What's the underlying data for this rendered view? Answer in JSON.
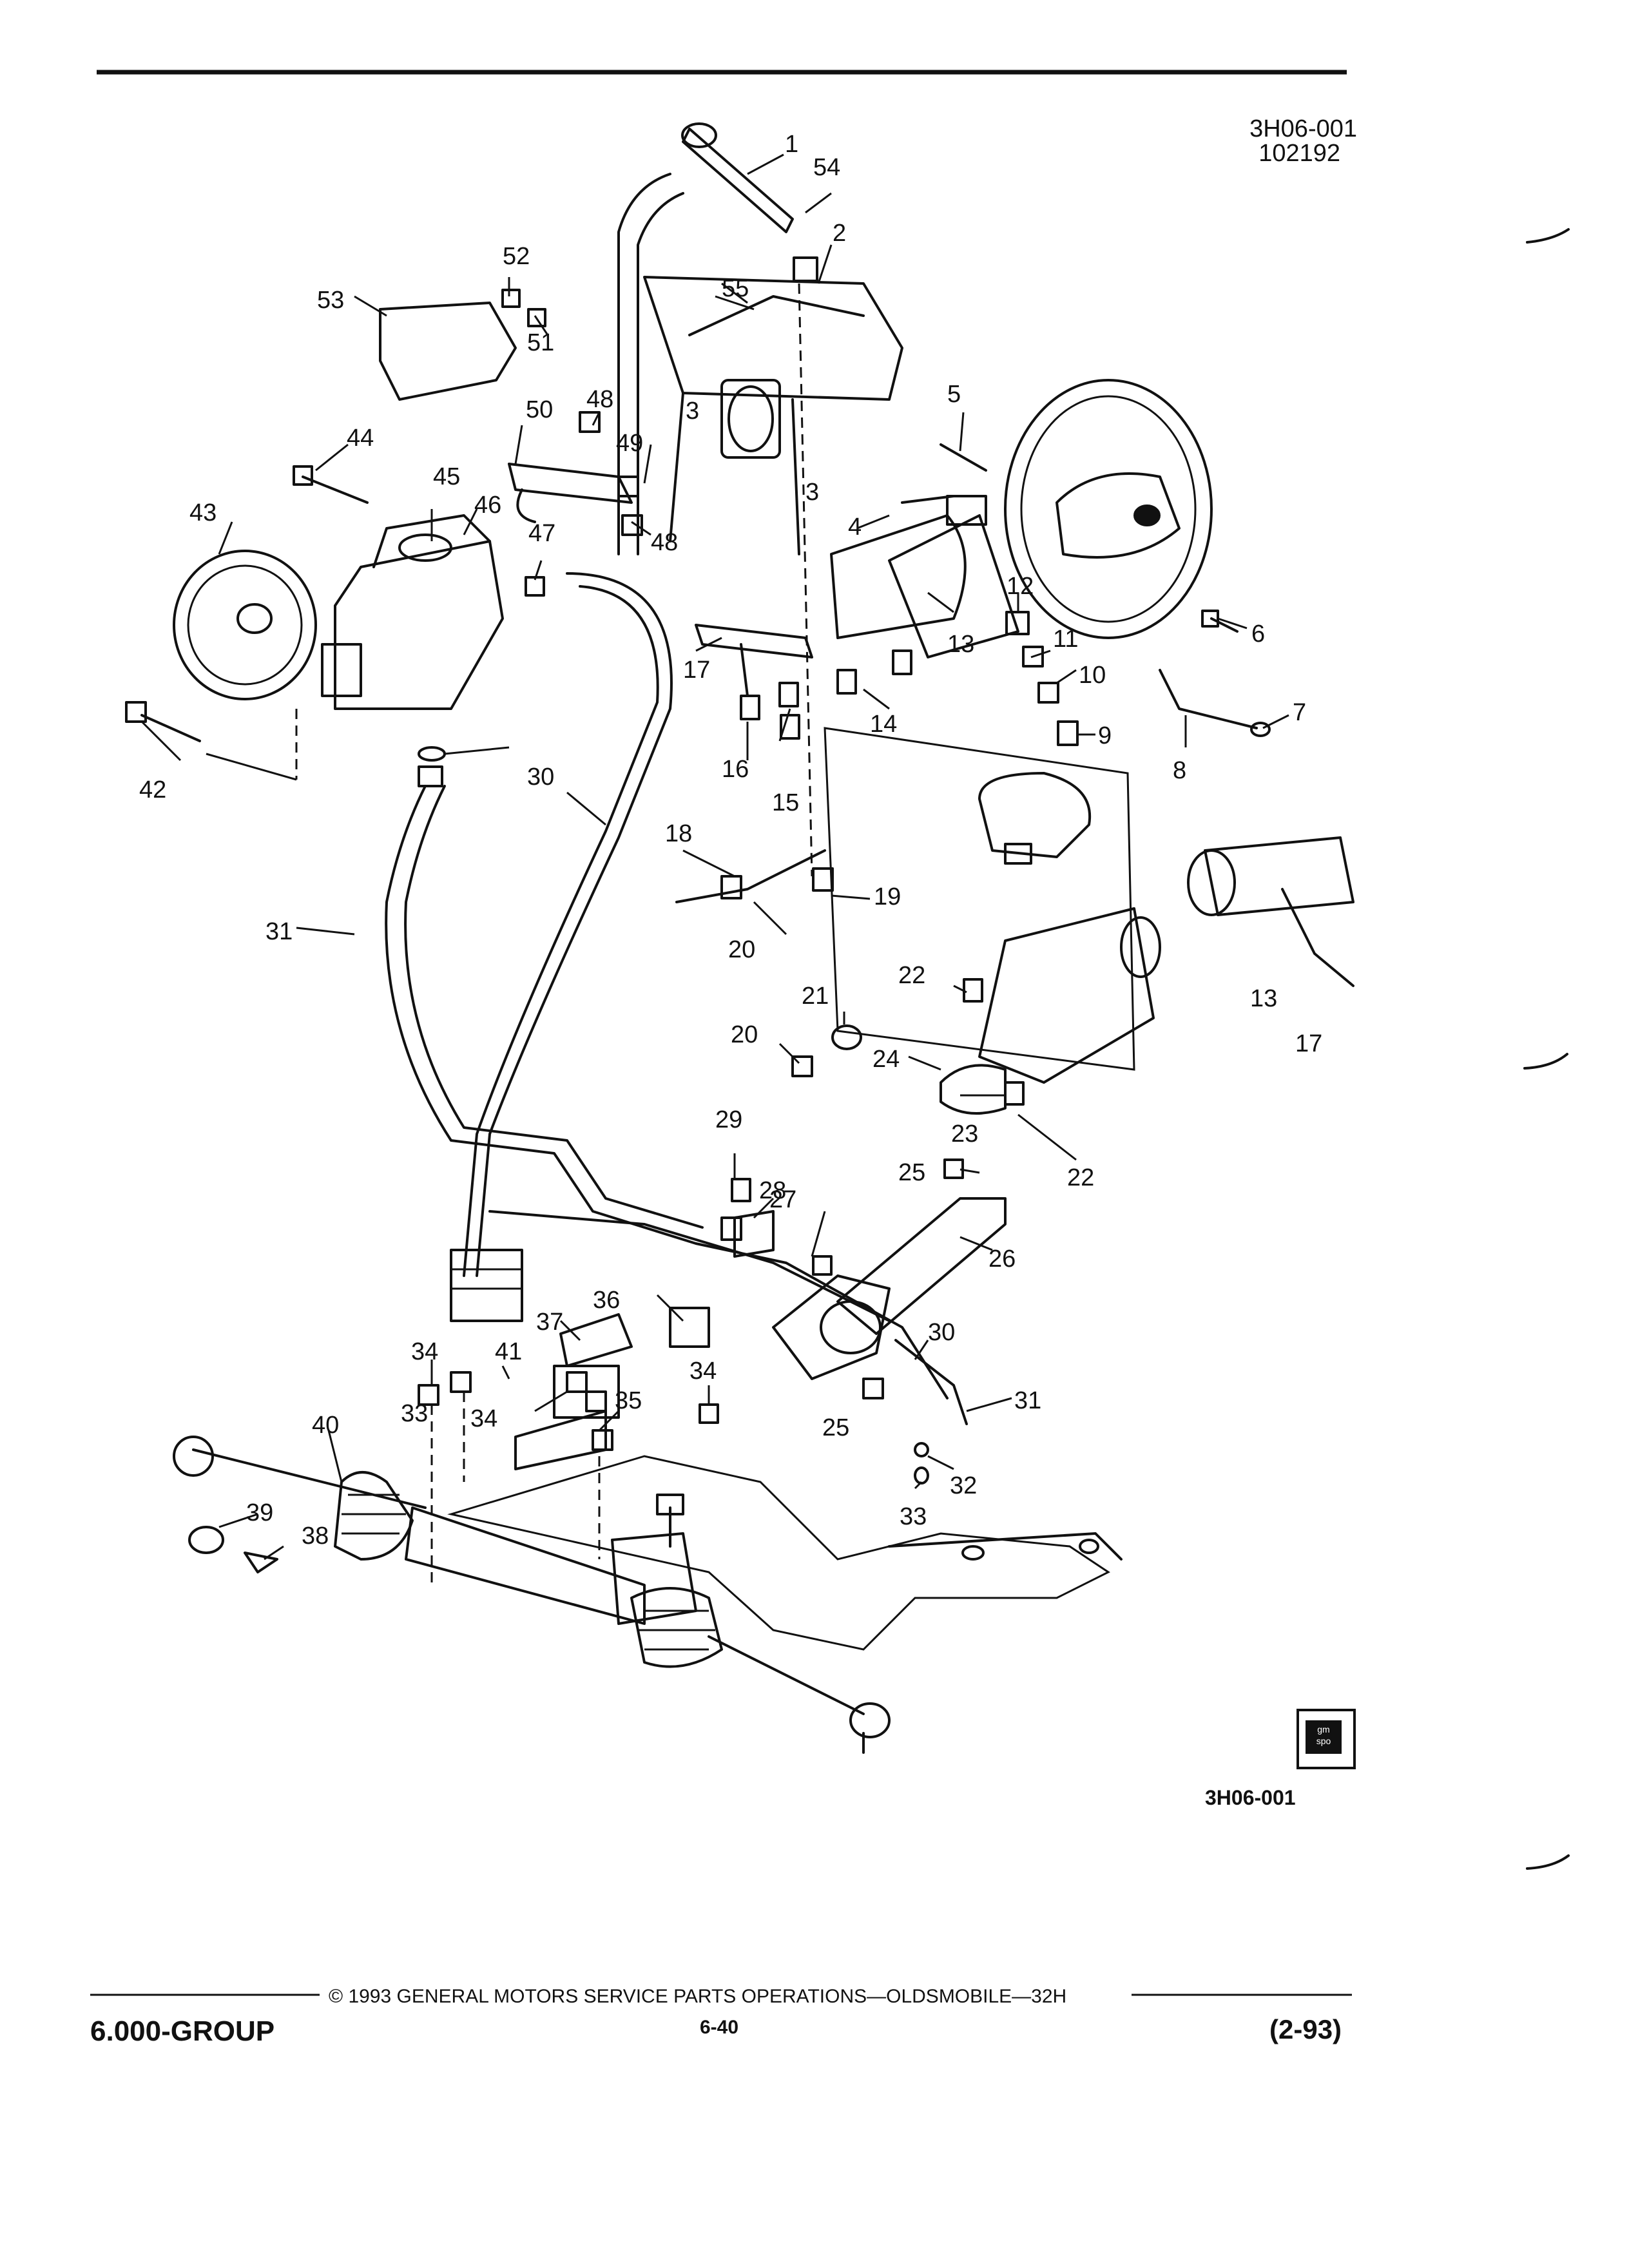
{
  "header": {
    "ref_code": "3H06-001",
    "ref_date": "102192"
  },
  "callouts": [
    "1",
    "2",
    "3",
    "3",
    "4",
    "5",
    "6",
    "7",
    "8",
    "9",
    "10",
    "11",
    "12",
    "13",
    "13",
    "14",
    "15",
    "16",
    "17",
    "17",
    "18",
    "19",
    "20",
    "20",
    "21",
    "22",
    "22",
    "23",
    "24",
    "25",
    "25",
    "26",
    "27",
    "28",
    "29",
    "30",
    "30",
    "31",
    "31",
    "32",
    "33",
    "33",
    "34",
    "34",
    "34",
    "35",
    "36",
    "37",
    "38",
    "39",
    "40",
    "41",
    "42",
    "43",
    "44",
    "45",
    "46",
    "47",
    "48",
    "48",
    "49",
    "50",
    "51",
    "52",
    "53",
    "54",
    "55"
  ],
  "figure": {
    "caption": "3H06-001",
    "logo_line1": "gm",
    "logo_line2": "spo"
  },
  "footer": {
    "group": "6.000-GROUP",
    "copyright": "© 1993  GENERAL MOTORS SERVICE PARTS OPERATIONS—OLDSMOBILE—32H",
    "page": "6-40",
    "date": "(2-93)"
  }
}
